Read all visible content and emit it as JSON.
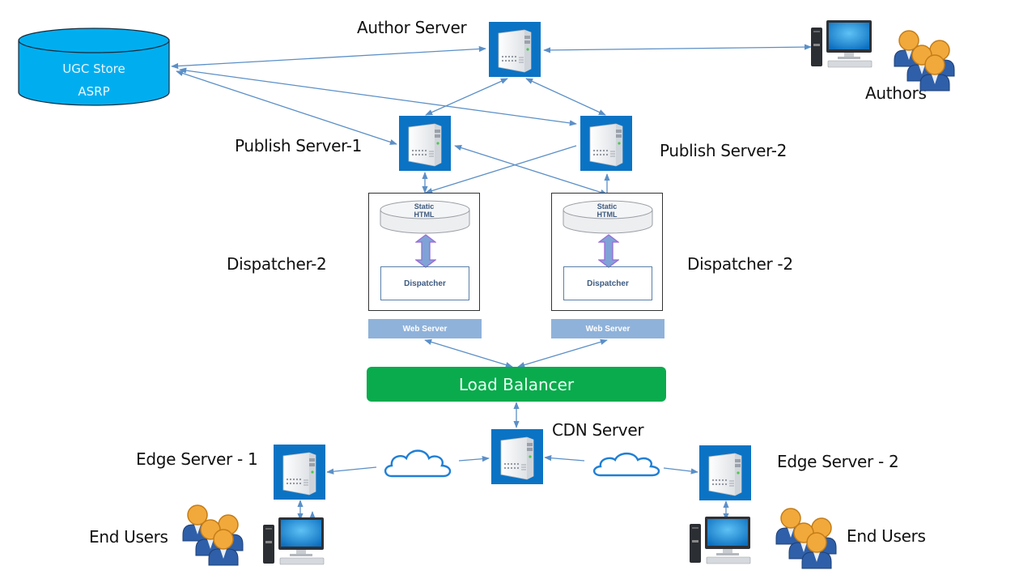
{
  "diagram": {
    "storage": {
      "line1": "UGC Store",
      "line2": "ASRP",
      "color": "#00aeef"
    },
    "labels": {
      "author_server": "Author Server",
      "authors": "Authors",
      "publish_server_1": "Publish Server-1",
      "publish_server_2": "Publish Server-2",
      "dispatcher_left": "Dispatcher-2",
      "dispatcher_right": "Dispatcher -2",
      "cdn_server": "CDN Server",
      "edge_server_1": "Edge Server - 1",
      "edge_server_2": "Edge Server - 2",
      "end_users_left": "End Users",
      "end_users_right": "End Users"
    },
    "dispatcher_unit": {
      "cache_line1": "Static",
      "cache_line2": "HTML",
      "dispatcher": "Dispatcher",
      "web_server": "Web Server"
    },
    "load_balancer": {
      "label": "Load Balancer",
      "color": "#0aab4d"
    },
    "colors": {
      "server_bg": "#0b73c4",
      "arrow": "#5b8fc7",
      "web_server_bg": "#8fb2da",
      "cloud_stroke": "#1f7fd6"
    }
  }
}
